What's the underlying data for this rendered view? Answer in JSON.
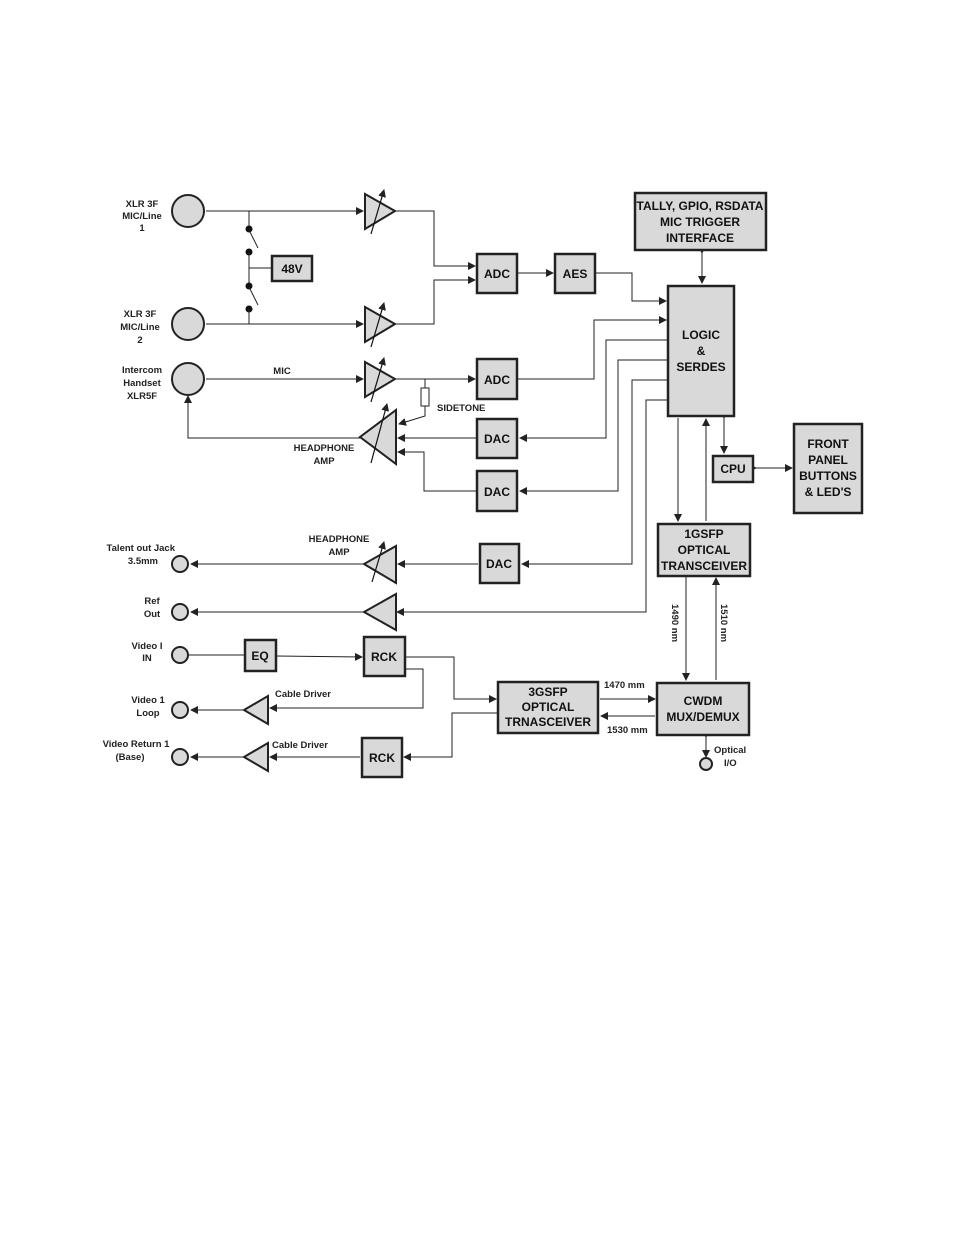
{
  "blocks": {
    "tally": [
      "TALLY, GPIO, RSDATA",
      "MIC TRIGGER",
      "INTERFACE"
    ],
    "v48": "48V",
    "adc1": "ADC",
    "aes": "AES",
    "logic": [
      "LOGIC",
      "&",
      "SERDES"
    ],
    "adc2": "ADC",
    "dac1": "DAC",
    "dac2": "DAC",
    "cpu": "CPU",
    "front_panel": [
      "FRONT",
      "PANEL",
      "BUTTONS",
      "& LED'S"
    ],
    "dac3": "DAC",
    "sfp1g": [
      "1GSFP",
      "OPTICAL",
      "TRANSCEIVER"
    ],
    "eq": "EQ",
    "rck1": "RCK",
    "sfp3g": [
      "3GSFP",
      "OPTICAL",
      "TRNASCEIVER"
    ],
    "cwdm": [
      "CWDM",
      "MUX/DEMUX"
    ],
    "rck2": "RCK"
  },
  "labels": {
    "xlr1": [
      "XLR 3F",
      "MIC/Line",
      "1"
    ],
    "xlr2": [
      "XLR 3F",
      "MIC/Line",
      "2"
    ],
    "intercom": [
      "Intercom",
      "Handset",
      "XLR5F"
    ],
    "mic": "MIC",
    "sidetone": "SIDETONE",
    "headphone_amp1": [
      "HEADPHONE",
      "AMP"
    ],
    "headphone_amp2": [
      "HEADPHONE",
      "AMP"
    ],
    "talent_out": [
      "Talent out Jack",
      "3.5mm"
    ],
    "ref_out": [
      "Ref",
      "Out"
    ],
    "video_in": [
      "Video I",
      "IN"
    ],
    "video_loop": [
      "Video 1",
      "Loop"
    ],
    "video_return": [
      "Video Return 1",
      "(Base)"
    ],
    "cable_driver1": "Cable Driver",
    "cable_driver2": "Cable Driver",
    "nm1490": "1490 nm",
    "nm1510": "1510 nm",
    "nm1470": "1470 mm",
    "nm1530": "1530 mm",
    "optical_io": [
      "Optical",
      "I/O"
    ]
  }
}
